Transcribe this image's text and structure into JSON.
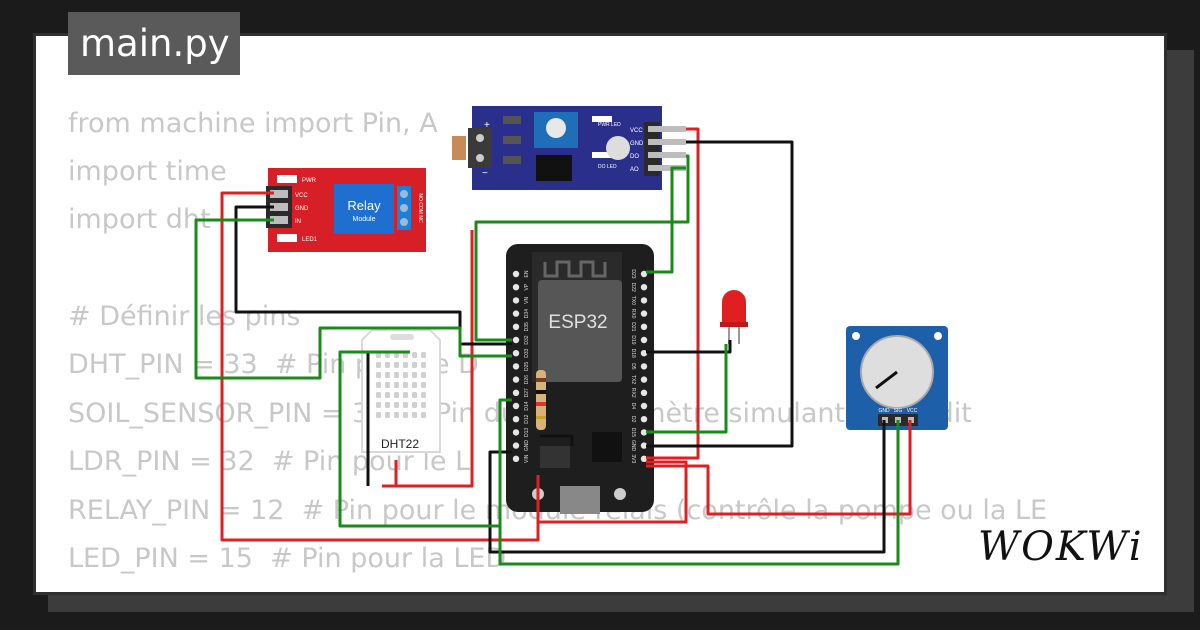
{
  "tab": {
    "filename": "main.py"
  },
  "code": {
    "lines": [
      "from machine import Pin, A",
      "import time",
      "import dht",
      "",
      "# Définir les pins",
      "DHT_PIN = 33  # Pin pour le D",
      "SOIL_SENSOR_PIN = 34  # Pin du potentiomètre simulant l'humidit",
      "LDR_PIN = 32  # Pin pour le L",
      "RELAY_PIN = 12  # Pin pour le module relais (contrôle la pompe ou la LE",
      "LED_PIN = 15  # Pin pour la LED"
    ]
  },
  "components": {
    "relay": {
      "title": "Relay",
      "subtitle": "Module",
      "pwr": "PWR",
      "led1": "LED1",
      "vcc": "VCC",
      "gnd": "GND",
      "in": "IN",
      "terms": "NO COM NC"
    },
    "ldr": {
      "vcc": "VCC",
      "gnd": "GND",
      "do": "DO",
      "ao": "AO",
      "pwr_led": "PWR LED",
      "do_led": "DO LED",
      "plus": "+",
      "minus": "−"
    },
    "esp32": {
      "label": "ESP32",
      "left_pins": [
        "EN",
        "VP",
        "VN",
        "D34",
        "D35",
        "D32",
        "D33",
        "D25",
        "D26",
        "D27",
        "D14",
        "D12",
        "D13",
        "GND",
        "VIN"
      ],
      "right_pins": [
        "D23",
        "D22",
        "TX0",
        "RX0",
        "D21",
        "D19",
        "D18",
        "D5",
        "TX2",
        "RX2",
        "D4",
        "D2",
        "D15",
        "GND",
        "3V3"
      ]
    },
    "dht22": {
      "label": "DHT22"
    },
    "pot": {
      "gnd": "GND",
      "sig": "SIG",
      "vcc": "VCC"
    }
  },
  "brand": {
    "logo": "WOKWi"
  },
  "colors": {
    "wire_red": "#e02020",
    "wire_black": "#111111",
    "wire_green": "#1a8a1a",
    "relay_board": "#d61f26",
    "sensor_board": "#2b2f8c",
    "esp_board": "#1e1e1e",
    "pot_board": "#1d5fa8"
  }
}
